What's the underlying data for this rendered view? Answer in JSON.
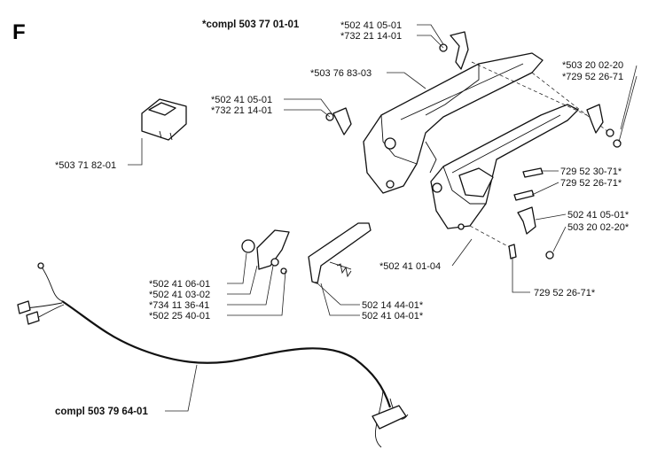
{
  "section_letter": "F",
  "assembly_labels": {
    "top_compl": "*compl 503 77 01-01",
    "cable_compl": "compl 503 79 64-01"
  },
  "labels": [
    {
      "id": "l1",
      "text": "*502 41 05-01"
    },
    {
      "id": "l2",
      "text": "*732 21 14-01"
    },
    {
      "id": "l3",
      "text": "*503 76 83-03"
    },
    {
      "id": "l4",
      "text": "*503 20 02-20"
    },
    {
      "id": "l5",
      "text": "*729 52 26-71"
    },
    {
      "id": "l6",
      "text": "*502 41 05-01"
    },
    {
      "id": "l7",
      "text": "*732 21 14-01"
    },
    {
      "id": "l8",
      "text": "*503 71 82-01"
    },
    {
      "id": "l9",
      "text": "729 52 30-71*"
    },
    {
      "id": "l10",
      "text": "729 52 26-71*"
    },
    {
      "id": "l11",
      "text": "502 41 05-01*"
    },
    {
      "id": "l12",
      "text": "503 20 02-20*"
    },
    {
      "id": "l13",
      "text": "*502 41 01-04"
    },
    {
      "id": "l14",
      "text": "729 52 26-71*"
    },
    {
      "id": "l15",
      "text": "*502 41 06-01"
    },
    {
      "id": "l16",
      "text": "*502 41 03-02"
    },
    {
      "id": "l17",
      "text": "*734 11 36-41"
    },
    {
      "id": "l18",
      "text": "*502 25 40-01"
    },
    {
      "id": "l19",
      "text": "502 14 44-01*"
    },
    {
      "id": "l20",
      "text": "502 41 04-01*"
    }
  ],
  "colors": {
    "ink": "#111111",
    "background": "#ffffff"
  }
}
